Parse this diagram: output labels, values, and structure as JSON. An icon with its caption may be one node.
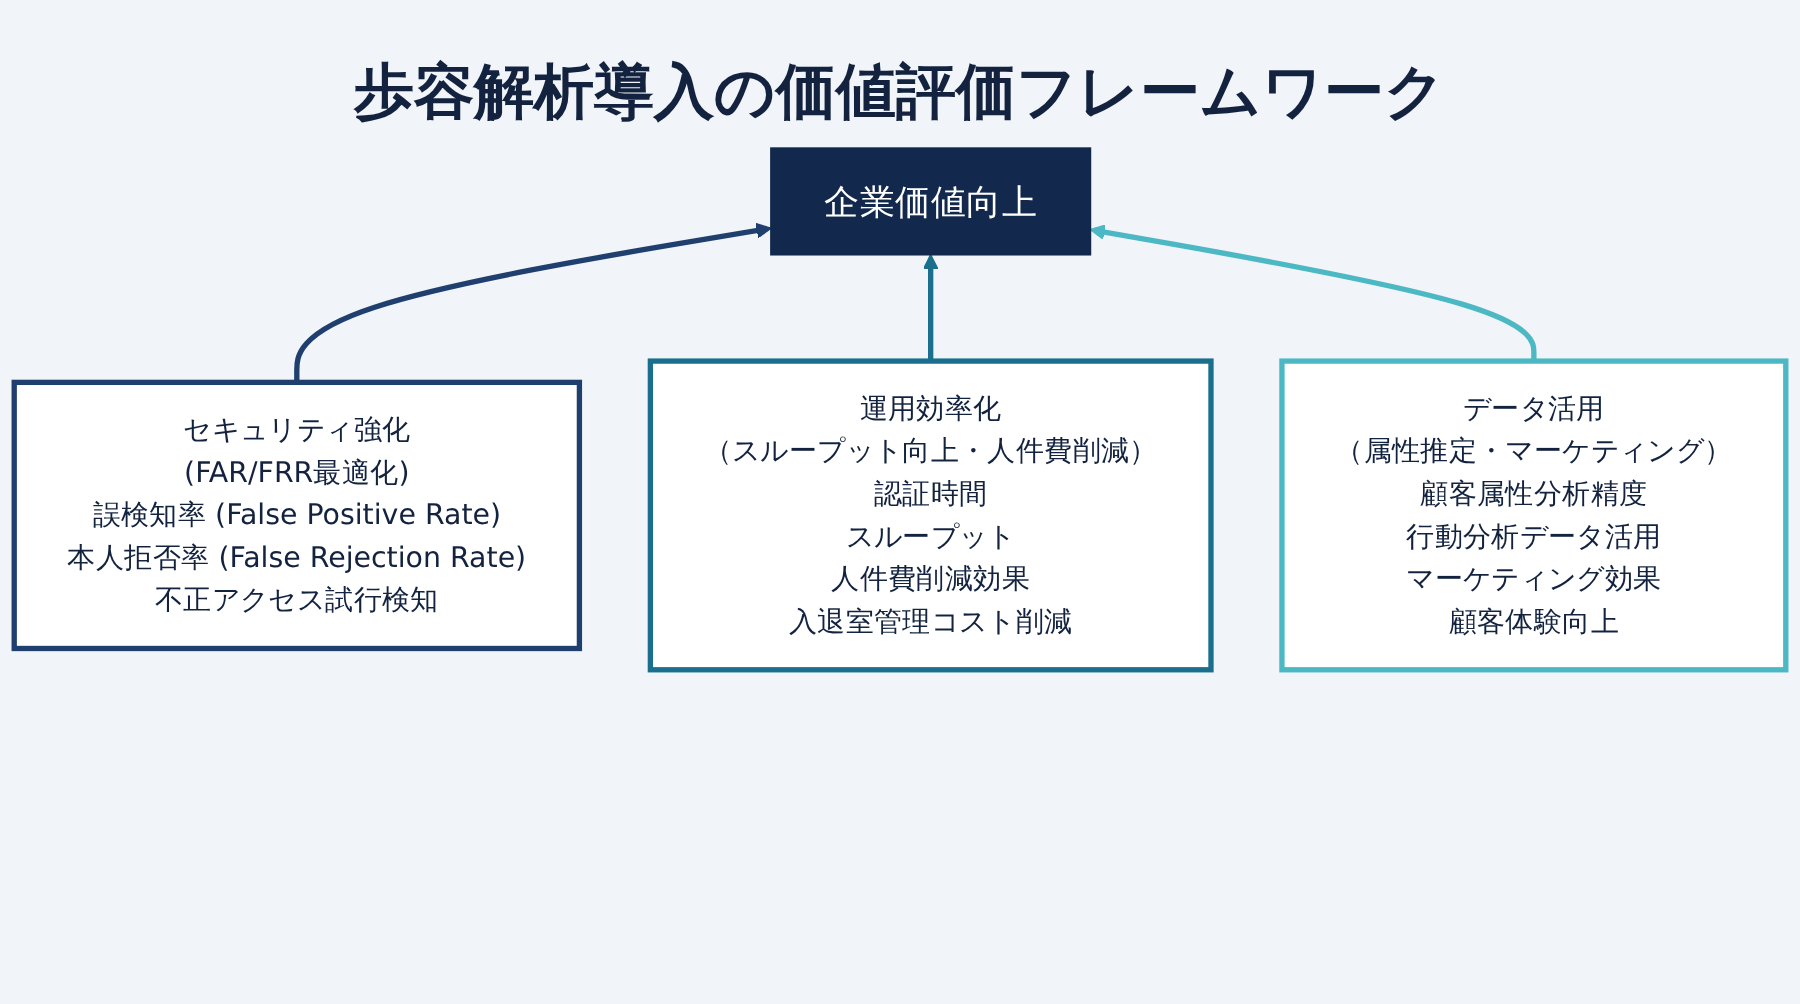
{
  "diagram": {
    "title": "歩容解析導入の価値評価フレームワーク",
    "nodes": [
      {
        "text": [
          "企業価値向上"
        ]
      },
      {
        "text": [
          "セキュリティ強化",
          "(FAR/FRR最適化)",
          "誤検知率 (False Positive Rate)",
          "本人拒否率 (False Rejection Rate)",
          "不正アクセス試行検知"
        ]
      },
      {
        "text": [
          "運用効率化",
          "（スループット向上・人件費削減）",
          "認証時間",
          "スループット",
          "人件費削減効果",
          "入退室管理コスト削減"
        ]
      },
      {
        "text": [
          "データ活用",
          "（属性推定・マーケティング）",
          "顧客属性分析精度",
          "行動分析データ活用",
          "マーケティング効果",
          "顧客体験向上"
        ]
      }
    ],
    "edges": [
      {
        "from": 1,
        "to": 0,
        "arrow": "to",
        "color": "#1f3f6e"
      },
      {
        "from": 2,
        "to": 0,
        "arrow": "to",
        "color": "#1a6f8e"
      },
      {
        "from": 3,
        "to": 0,
        "arrow": "to",
        "color": "#4bb8c4"
      }
    ]
  }
}
